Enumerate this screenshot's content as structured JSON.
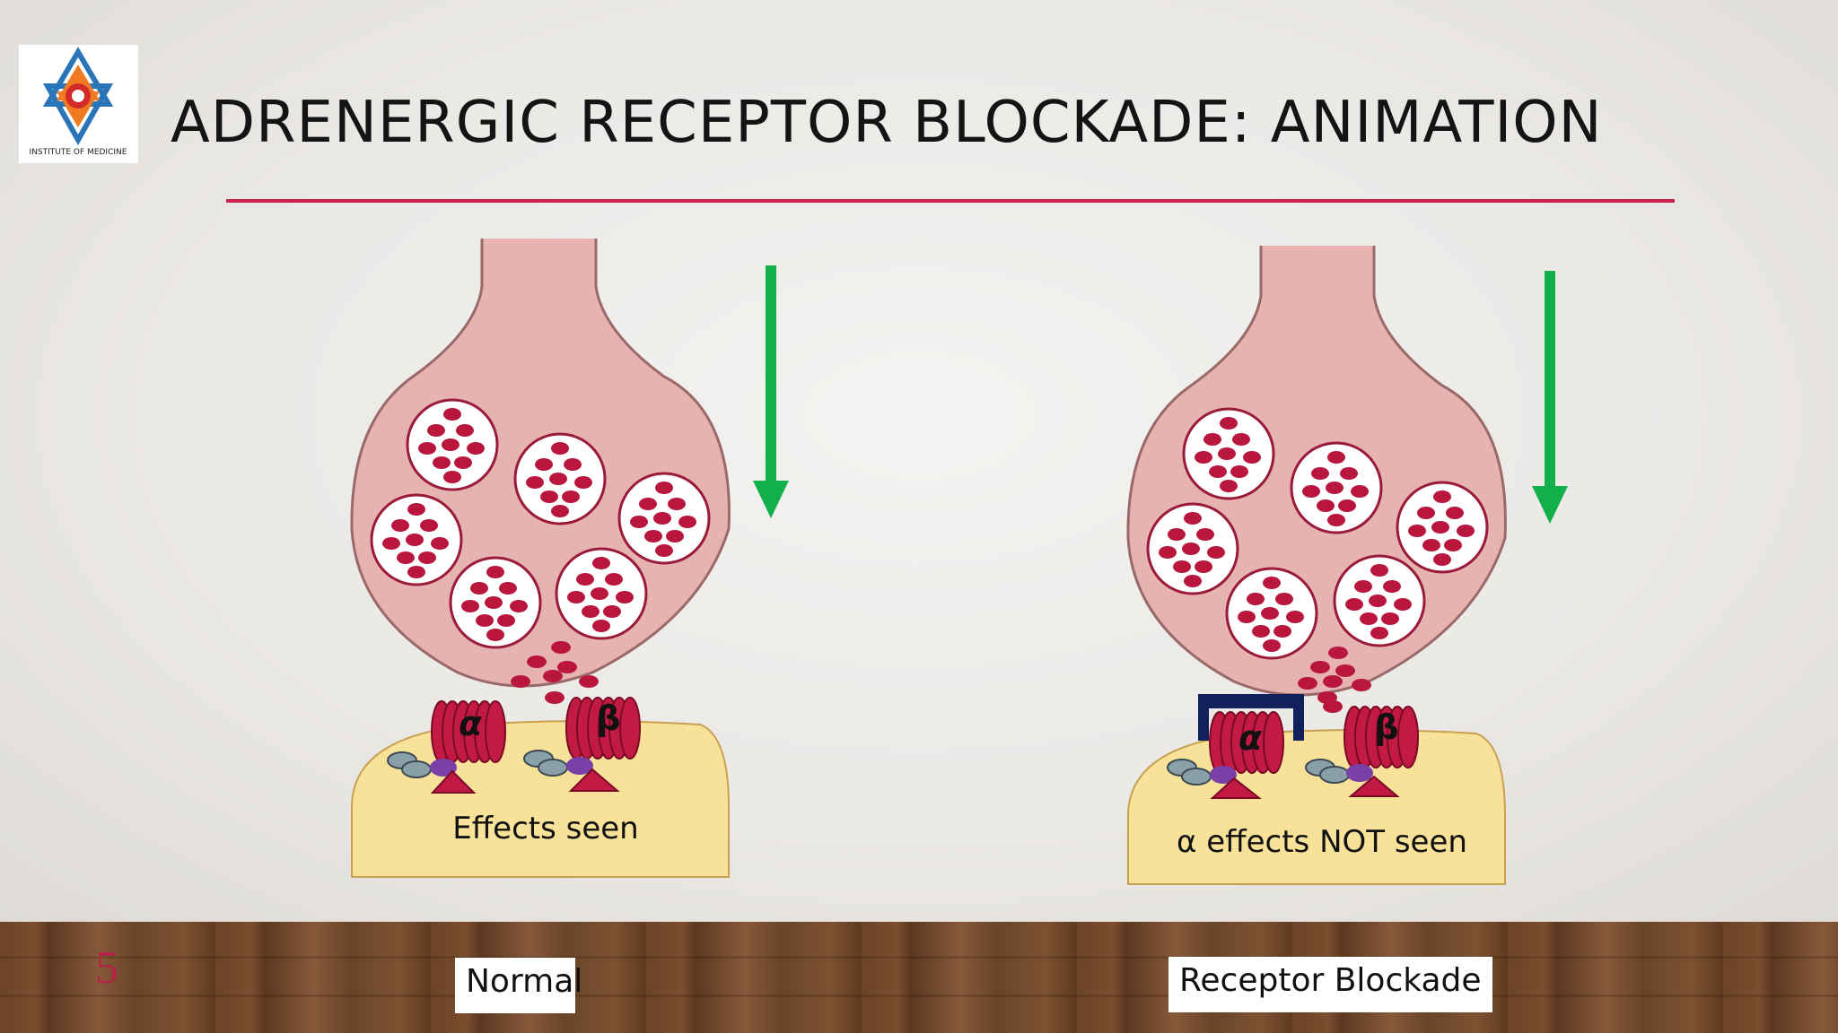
{
  "slide": {
    "title": "ADRENERGIC RECEPTOR BLOCKADE: ANIMATION",
    "slide_number": "5",
    "logo_text": "INSTITUTE OF MEDICINE"
  },
  "panels": {
    "normal": {
      "alpha_label": "α",
      "beta_label": "β",
      "effect_text": "Effects seen",
      "caption": "Normal"
    },
    "blockade": {
      "alpha_label": "α",
      "beta_label": "β",
      "effect_text": "α effects NOT seen",
      "caption": "Receptor Blockade"
    }
  },
  "colors": {
    "accent_rule": "#c8234a",
    "arrow": "#12b04b",
    "vesicle_dots": "#b8163d",
    "neuron_fill": "#e7b3b1",
    "postsynaptic_fill": "#f8e199",
    "blocker": "#12205c"
  }
}
